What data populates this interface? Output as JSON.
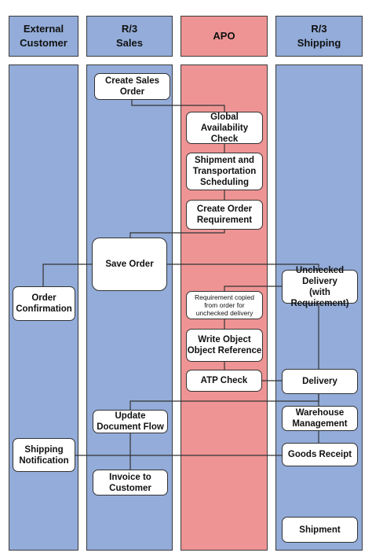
{
  "headers": {
    "external_customer": "External\nCustomer",
    "r3_sales": "R/3\nSales",
    "apo": "APO",
    "r3_shipping": "R/3\nShipping"
  },
  "steps": {
    "create_sales_order": "Create Sales\nOrder",
    "global_availability_check": "Global\nAvailability\nCheck",
    "shipment_transportation_scheduling": "Shipment and\nTransportation\nScheduling",
    "create_order_requirement": "Create Order\nRequirement",
    "save_order": "Save Order",
    "unchecked_delivery": "Unchecked\nDelivery\n(with Requirement)",
    "order_confirmation": "Order\nConfirmation",
    "requirement_copied": "Requirement copied\nfrom order for\nunchecked delivery",
    "write_object_reference": "Write Object\nObject Reference",
    "atp_check": "ATP Check",
    "delivery": "Delivery",
    "warehouse_management": "Warehouse\nManagement",
    "update_document_flow": "Update\nDocument Flow",
    "shipping_notification": "Shipping\nNotification",
    "goods_receipt": "Goods Receipt",
    "invoice_to_customer": "Invoice to\nCustomer",
    "shipment": "Shipment"
  },
  "colors": {
    "lane_blue": "#93acd9",
    "lane_red": "#ee9494",
    "box_fill": "#ffffff",
    "line": "#333333"
  }
}
